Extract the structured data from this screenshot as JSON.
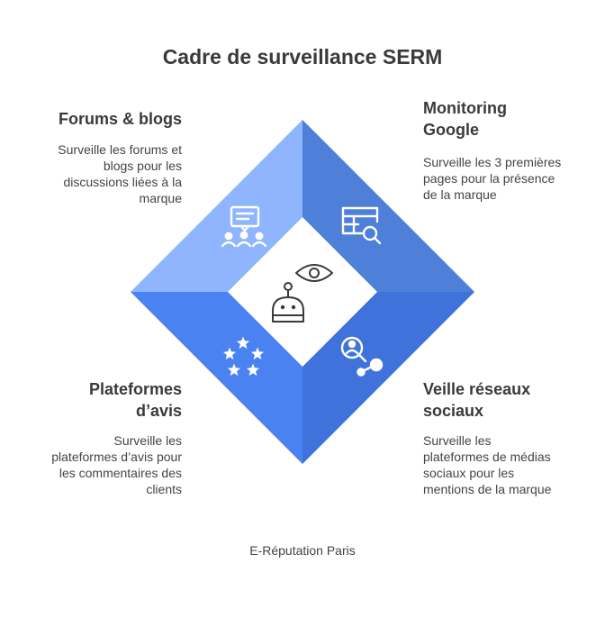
{
  "title": "Cadre de surveillance SERM",
  "footer": "E-Réputation Paris",
  "colors": {
    "top_left": "#8fb5ff",
    "top_right": "#4e7fd9",
    "bottom_left": "#4a82f2",
    "bottom_right": "#3f73db",
    "center": "#ffffff",
    "icon": "#ffffff",
    "center_icon": "#3a3a3a"
  },
  "quadrants": {
    "forums": {
      "heading": [
        "Forums & blogs"
      ],
      "description": [
        "Surveille les forums et",
        "blogs pour les",
        "discussions liées à la",
        "marque"
      ],
      "icon": "forum-chat-icon"
    },
    "google": {
      "heading": [
        "Monitoring",
        "Google"
      ],
      "description": [
        "Surveille les 3 premières",
        "pages pour la présence",
        "de la marque"
      ],
      "icon": "search-table-icon"
    },
    "avis": {
      "heading": [
        "Plateformes",
        "d’avis"
      ],
      "description": [
        "Surveille les",
        "plateformes d’avis pour",
        "les commentaires des",
        "clients"
      ],
      "icon": "stars-icon"
    },
    "social": {
      "heading": [
        "Veille réseaux",
        "sociaux"
      ],
      "description": [
        "Surveille les",
        "plateformes de médias",
        "sociaux pour les",
        "mentions de la marque"
      ],
      "icon": "social-search-icon"
    }
  },
  "center_icon": "robot-eye-icon"
}
